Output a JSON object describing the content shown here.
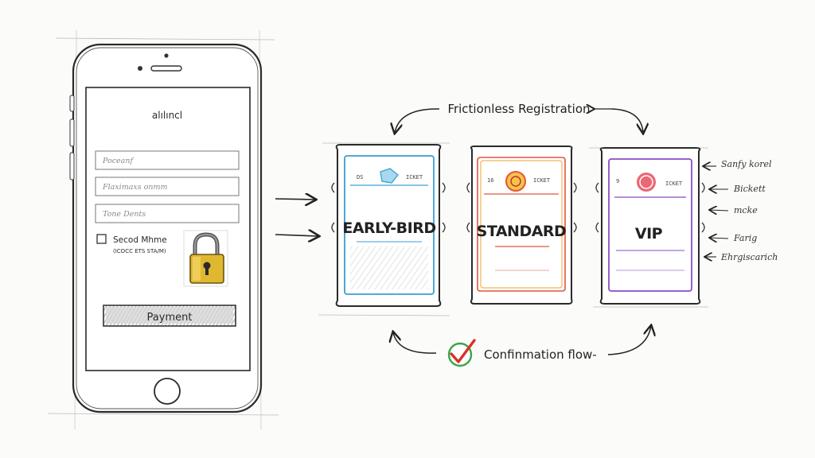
{
  "phone": {
    "screen_title": "alılıncl",
    "fields": [
      {
        "placeholder": "Poceanf"
      },
      {
        "placeholder": "Flaximaxs onmm"
      },
      {
        "placeholder": "Tone Dents"
      }
    ],
    "checkbox_label": "Secod Mhme",
    "checkbox_sublabel": "(ICOCC ETS STA/M)",
    "payment_button": "Payment"
  },
  "flow": {
    "top_label": "Frictionless Registration",
    "bottom_label": "Confinmation flow-"
  },
  "tickets": [
    {
      "title": "EARLY-BIRD",
      "tag_left": "DS",
      "tag_right": "ICKET",
      "color": "#3b9fcf"
    },
    {
      "title": "STANDARD",
      "tag_left": "16",
      "tag_right": "ICKET",
      "color": "#e2563b"
    },
    {
      "title": "VIP",
      "tag_left": "9",
      "tag_right": "ICKET",
      "color": "#8a4cc0"
    }
  ],
  "side_notes": [
    "Sanfy korel",
    "Bickett",
    "mcke",
    "Farig",
    "Ehrgiscarich"
  ],
  "colors": {
    "ink": "#2a2a2a",
    "lock": "#e0b830",
    "check": "#3aa54a",
    "check_mark": "#d8302a"
  }
}
